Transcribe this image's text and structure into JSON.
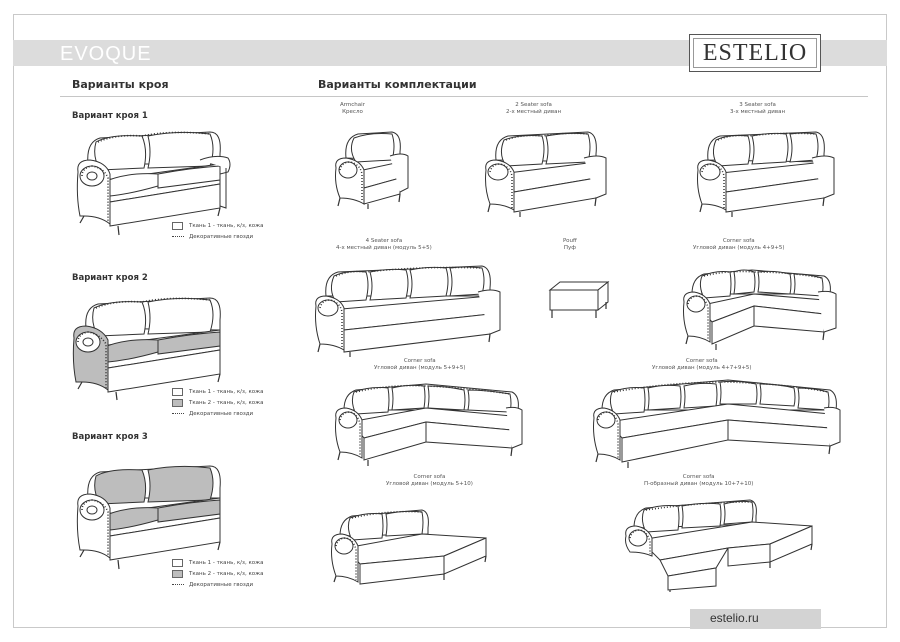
{
  "header": {
    "brand": "EVOQUE",
    "logo": "ESTELIO"
  },
  "sections": {
    "left_title": "Варианты кроя",
    "right_title": "Варианты комплектации"
  },
  "variants": [
    {
      "title": "Вариант кроя 1",
      "legend": [
        "Ткань 1 - ткань, к/з, кожа",
        "Декоративные гвозди"
      ]
    },
    {
      "title": "Вариант кроя 2",
      "legend": [
        "Ткань 1 - ткань, к/з, кожа",
        "Ткань 2 - ткань, к/з, кожа",
        "Декоративные гвозди"
      ]
    },
    {
      "title": "Вариант кроя 3",
      "legend": [
        "Ткань 1 - ткань, к/з, кожа",
        "Ткань 2 - ткань, к/з, кожа",
        "Декоративные гвозди"
      ]
    }
  ],
  "items": {
    "armchair": {
      "en": "Armchair",
      "ru": "Кресло"
    },
    "sofa2": {
      "en": "2 Seater sofa",
      "ru": "2-х местный диван"
    },
    "sofa3": {
      "en": "3 Seater sofa",
      "ru": "3-х местный диван"
    },
    "sofa4": {
      "en": "4 Seater sofa",
      "ru": "4-х местный диван (модуль 5+5)"
    },
    "pouf": {
      "en": "Pouff",
      "ru": "Пуф"
    },
    "corner1": {
      "en": "Corner sofa",
      "ru": "Угловой диван (модуль 4+9+5)"
    },
    "corner2": {
      "en": "Corner sofa",
      "ru": "Угловой диван (модуль 5+9+5)"
    },
    "corner3": {
      "en": "Corner sofa",
      "ru": "Угловой диван (модуль 4+7+9+5)"
    },
    "corner4": {
      "en": "Corner sofa",
      "ru": "Угловой диван (модуль 5+10)"
    },
    "corner5": {
      "en": "Corner sofa",
      "ru": "П-образный диван (модуль 10+7+10)"
    }
  },
  "footer": {
    "url": "estelio.ru"
  },
  "colors": {
    "band": "#dcdcdc",
    "fabric2": "#bdbdbd",
    "line": "#333333"
  }
}
